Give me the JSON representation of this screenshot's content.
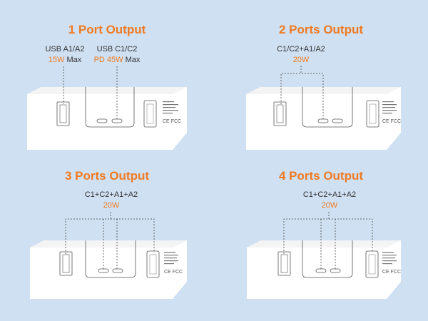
{
  "panels": [
    {
      "title": "1 Port Output",
      "labels": [
        {
          "line1": "USB A1/A2",
          "value": "15W",
          "suffix": " Max"
        },
        {
          "line1": "USB C1/C2",
          "value": "PD 45W",
          "suffix": " Max"
        }
      ]
    },
    {
      "title": "2 Ports Output",
      "labels": [
        {
          "line1": "C1/C2+A1/A2",
          "value": "20W",
          "suffix": ""
        }
      ]
    },
    {
      "title": "3 Ports Output",
      "labels": [
        {
          "line1": "C1+C2+A1+A2",
          "value": "20W",
          "suffix": ""
        }
      ]
    },
    {
      "title": "4 Ports Output",
      "labels": [
        {
          "line1": "C1+C2+A1+A2",
          "value": "20W",
          "suffix": ""
        }
      ]
    }
  ],
  "device_marks": "CE FCC",
  "colors": {
    "background": "#cfe0f2",
    "accent": "#f07a22",
    "device": "#ffffff",
    "outline": "#555555"
  }
}
